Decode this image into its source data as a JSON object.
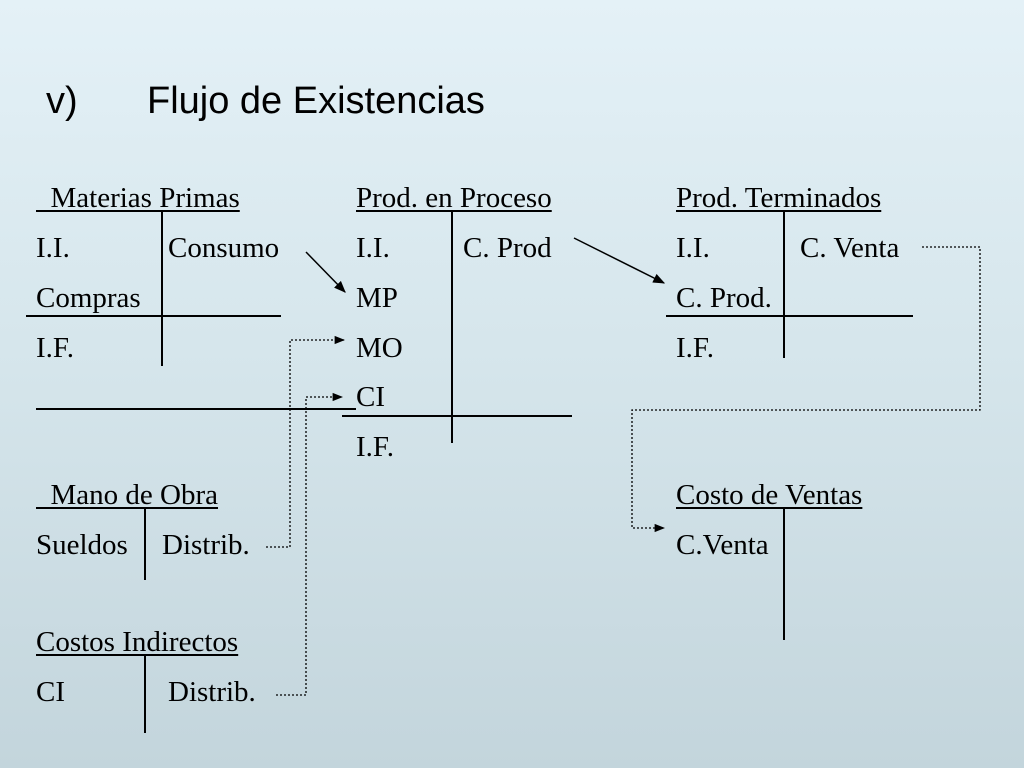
{
  "slide": {
    "title_number": "v)",
    "title_text": "Flujo de Existencias"
  },
  "materias_primas": {
    "header": "Materias Primas",
    "debit": [
      "I.I.",
      "Compras",
      "I.F."
    ],
    "credit": [
      "Consumo"
    ]
  },
  "prod_en_proceso": {
    "header": "Prod. en Proceso",
    "debit": [
      "I.I.",
      "MP",
      "MO",
      "CI",
      "I.F."
    ],
    "credit": [
      "C. Prod"
    ]
  },
  "prod_terminados": {
    "header": "Prod. Terminados",
    "debit": [
      "I.I.",
      "C. Prod.",
      "I.F."
    ],
    "credit": [
      "C. Venta"
    ]
  },
  "mano_de_obra": {
    "header": "Mano de Obra",
    "debit": [
      "Sueldos"
    ],
    "credit": [
      "Distrib."
    ]
  },
  "costo_de_ventas": {
    "header": "Costo de Ventas",
    "debit": [
      "C.Venta"
    ]
  },
  "costos_indirectos": {
    "header": "Costos Indirectos",
    "debit": [
      "CI"
    ],
    "credit": [
      "Distrib."
    ]
  }
}
